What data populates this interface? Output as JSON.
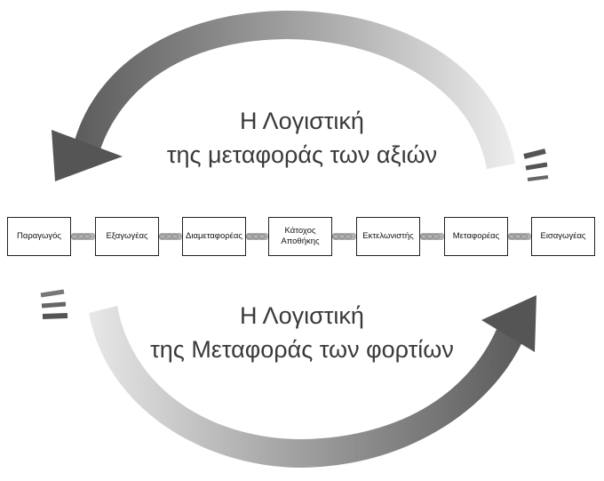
{
  "top_cycle": {
    "line1": "Η Λογιστική",
    "line2": "της μεταφοράς των αξιών"
  },
  "bottom_cycle": {
    "line1": "Η Λογιστική",
    "line2": "της Μεταφοράς των φορτίων"
  },
  "chain": [
    {
      "label": "Παραγωγός"
    },
    {
      "label": "Εξαγωγέας"
    },
    {
      "label": "Διαμεταφορέας"
    },
    {
      "label": "Κάτοχος Αποθήκης"
    },
    {
      "label": "Εκτελωνιστής"
    },
    {
      "label": "Μεταφορέας"
    },
    {
      "label": "Εισαγωγέας"
    }
  ],
  "colors": {
    "arrow_dark": "#5a5a5a",
    "arrow_light": "#f2f2f2",
    "link": "#b0b0b0",
    "box_border": "#222222",
    "text": "#3a3a3a"
  }
}
